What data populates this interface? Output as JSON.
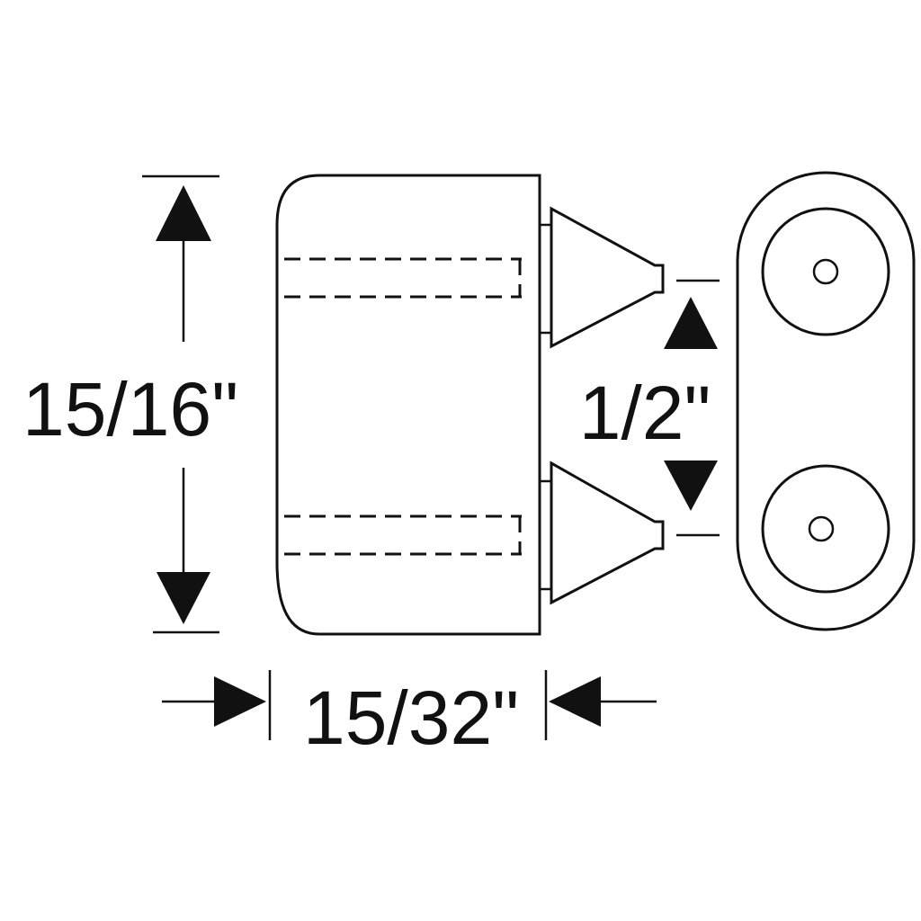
{
  "dimensions": {
    "height": "15/16\"",
    "width": "15/32\"",
    "spacing": "1/2\""
  },
  "colors": {
    "line": "#111111",
    "background": "#ffffff"
  }
}
